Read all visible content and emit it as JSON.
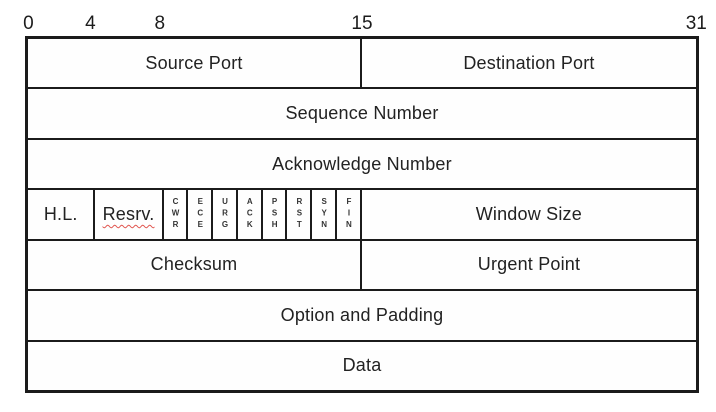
{
  "ruler_ticks": [
    "0",
    "4",
    "8",
    "15",
    "31"
  ],
  "header_rows": [
    {
      "cells": [
        {
          "label": "Source Port"
        },
        {
          "label": "Destination Port"
        }
      ]
    },
    {
      "cells": [
        {
          "label": "Sequence Number"
        }
      ]
    },
    {
      "cells": [
        {
          "label": "Acknowledge Number"
        }
      ]
    },
    {
      "cells": [
        {
          "label": "H.L."
        },
        {
          "label": "Resrv."
        },
        {
          "label": "CWR"
        },
        {
          "label": "ECE"
        },
        {
          "label": "URG"
        },
        {
          "label": "ACK"
        },
        {
          "label": "PSH"
        },
        {
          "label": "RST"
        },
        {
          "label": "SYN"
        },
        {
          "label": "FIN"
        },
        {
          "label": "Window Size"
        }
      ]
    },
    {
      "cells": [
        {
          "label": "Checksum"
        },
        {
          "label": "Urgent Point"
        }
      ]
    },
    {
      "cells": [
        {
          "label": "Option and Padding"
        }
      ]
    },
    {
      "cells": [
        {
          "label": "Data"
        }
      ]
    }
  ],
  "flags": [
    "CWR",
    "ECE",
    "URG",
    "ACK",
    "PSH",
    "RST",
    "SYN",
    "FIN"
  ],
  "colors": {
    "border": "#1b1b1b",
    "text": "#222222",
    "background": "#ffffff",
    "reserved_underline": "#e0544e"
  }
}
